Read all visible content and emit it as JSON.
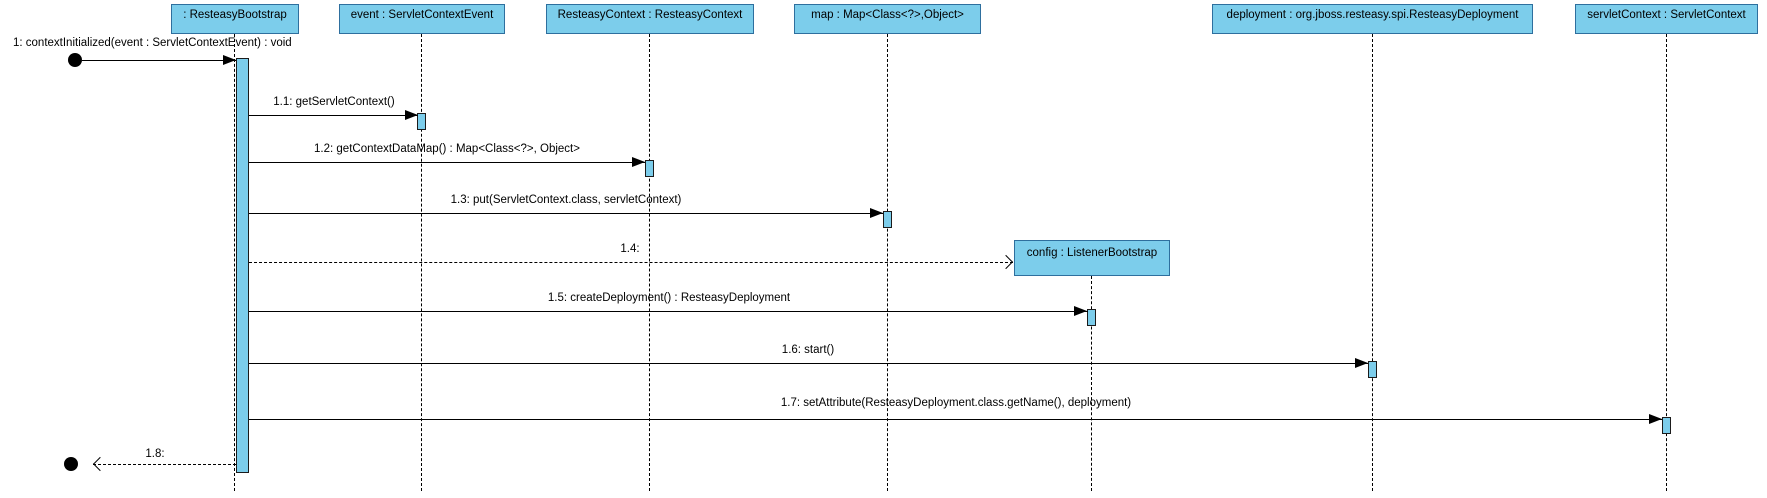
{
  "diagram": {
    "type": "uml-sequence-diagram",
    "colors": {
      "object_fill": "#7ccdeb",
      "object_border": "#2e6f9e",
      "line": "#000000",
      "background": "#ffffff"
    },
    "lifelines": [
      {
        "label": ": ResteasyBootstrap"
      },
      {
        "label": "event : ServletContextEvent"
      },
      {
        "label": "ResteasyContext : ResteasyContext"
      },
      {
        "label": "map : Map<Class<?>,Object>"
      },
      {
        "label": "deployment : org.jboss.resteasy.spi.ResteasyDeployment"
      },
      {
        "label": "servletContext : ServletContext"
      }
    ],
    "created_object": {
      "label": "config : ListenerBootstrap"
    },
    "messages": [
      {
        "id": "1",
        "label": "1: contextInitialized(event : ServletContextEvent) : void",
        "kind": "call"
      },
      {
        "id": "1.1",
        "label": "1.1: getServletContext()",
        "kind": "call"
      },
      {
        "id": "1.2",
        "label": "1.2: getContextDataMap() : Map<Class<?>, Object>",
        "kind": "call"
      },
      {
        "id": "1.3",
        "label": "1.3: put(ServletContext.class, servletContext)",
        "kind": "call"
      },
      {
        "id": "1.4",
        "label": "1.4:",
        "kind": "create"
      },
      {
        "id": "1.5",
        "label": "1.5: createDeployment() : ResteasyDeployment",
        "kind": "call"
      },
      {
        "id": "1.6",
        "label": "1.6: start()",
        "kind": "call"
      },
      {
        "id": "1.7",
        "label": "1.7: setAttribute(ResteasyDeployment.class.getName(), deployment)",
        "kind": "call"
      },
      {
        "id": "1.8",
        "label": "1.8:",
        "kind": "return"
      }
    ]
  }
}
